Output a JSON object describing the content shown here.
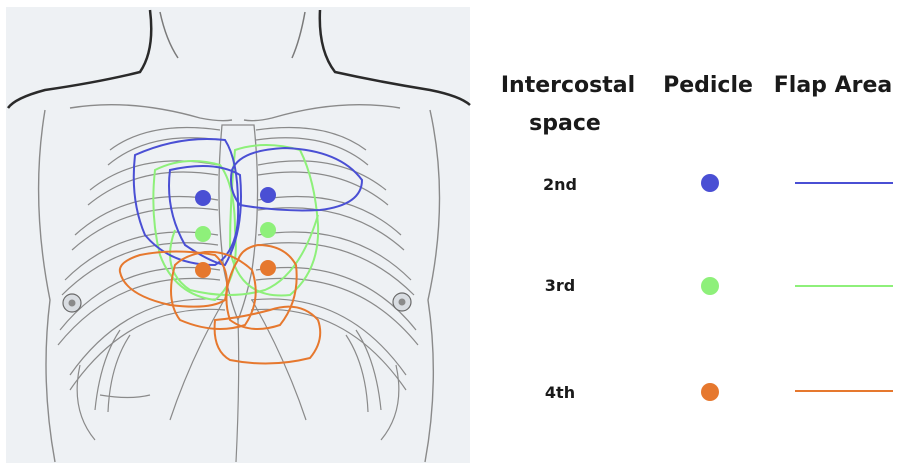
{
  "legend": {
    "header_space": "Intercostal",
    "header_space_line2": "space",
    "header_pedicle": "Pedicle",
    "header_flap": "Flap Area",
    "rows": [
      {
        "label": "2nd",
        "color": "#4a4fd4"
      },
      {
        "label": "3rd",
        "color": "#8ef07a"
      },
      {
        "label": "4th",
        "color": "#e6782e"
      }
    ]
  },
  "colors": {
    "sketch_line": "#8a8a8a",
    "paper": "#eef1f4"
  }
}
